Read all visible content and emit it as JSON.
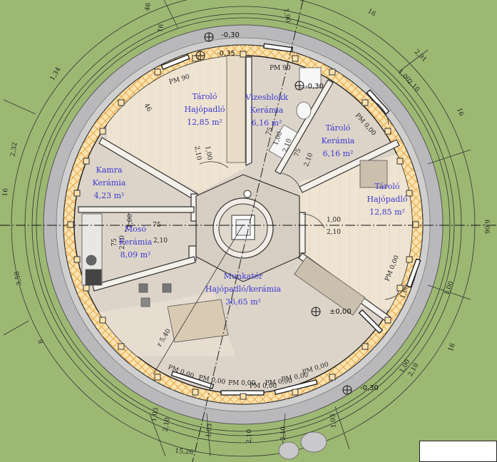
{
  "rooms": [
    {
      "name": "Tároló",
      "floor": "Hajópadló",
      "area": "12,85 m²"
    },
    {
      "name": "Vizesblokk",
      "floor": "Kerámia",
      "area": "6,16 m²"
    },
    {
      "name": "Tároló",
      "floor": "Kerámia",
      "area": "6,16 m²"
    },
    {
      "name": "Tároló",
      "floor": "Hajópadló",
      "area": "12,85 m²"
    },
    {
      "name": "Kamra",
      "floor": "Kerámia",
      "area": "4,23 m²"
    },
    {
      "name": "Mosó",
      "floor": "Kerámia",
      "area": "8,09 m²"
    },
    {
      "name": "Munkatér",
      "floor": "Hajópadló/kerámia",
      "area": "36,65 m²"
    }
  ],
  "levels": {
    "top": "-0,30",
    "top_inner": "-0,35",
    "bath": "-0,30",
    "floor": "±0,00",
    "bottom": "-0,30"
  },
  "radius_label": "r 5,40",
  "pm_labels": [
    "PM 90",
    "PM 90",
    "PM 0,00",
    "PM 0,00",
    "PM 0,00",
    "PM 0,00",
    "PM 0,00",
    "PM 0,00",
    "PM 0,00",
    "PM 0,00",
    "PM 0,00"
  ],
  "dimensions": [
    "46",
    "16",
    "1,34",
    "2,32",
    "16",
    "3,58",
    "8",
    "1,03",
    "2,10",
    "1,03",
    "15,26",
    "2,10",
    "2,10",
    "1,03",
    "16",
    "2,91",
    "1,00",
    "2,10",
    "16",
    "6,06",
    "1,00",
    "2,10",
    "1,00",
    "16",
    "1,00",
    "2,10",
    "1,00",
    "2,10",
    "75",
    "2,10",
    "1,00",
    "2,10",
    "75",
    "75",
    "2,10",
    "1,00",
    "75",
    "2,10",
    "46",
    "1,00",
    "1,90"
  ]
}
